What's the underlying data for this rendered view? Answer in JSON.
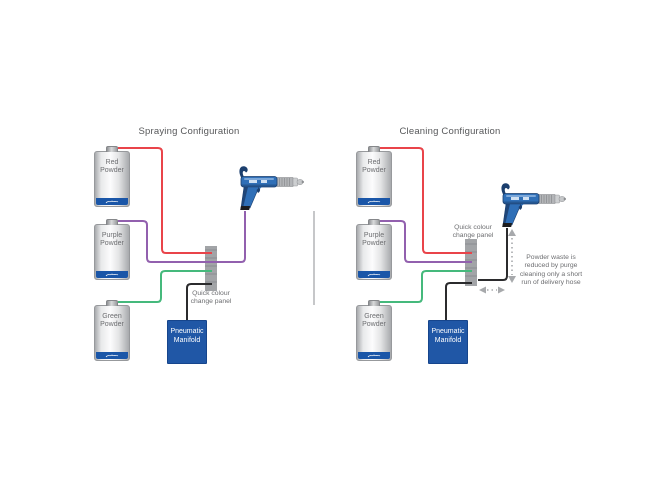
{
  "left": {
    "title": "Spraying Configuration",
    "containers": [
      {
        "label": "Red Powder"
      },
      {
        "label": "Purple Powder"
      },
      {
        "label": "Green Powder"
      }
    ],
    "panel_label": "Quick colour change panel",
    "manifold_label": "Pneumatic Manifold"
  },
  "right": {
    "title": "Cleaning Configuration",
    "containers": [
      {
        "label": "Red Powder"
      },
      {
        "label": "Purple Powder"
      },
      {
        "label": "Green Powder"
      }
    ],
    "panel_label": "Quick colour change panel",
    "manifold_label": "Pneumatic Manifold",
    "annotation": "Powder waste is reduced by purge cleaning only a short run of delivery hose"
  },
  "colors": {
    "red_hose": "#e9444a",
    "purple_hose": "#9260ae",
    "green_hose": "#45b97c",
    "air_hose": "#2b2b2d",
    "panel_gray": "#a2a4a7",
    "manifold_blue": "#2057a6",
    "brand_band_blue": "#1a56a8",
    "gun_blue": "#2f6fb7",
    "gun_navy": "#1c3f6e",
    "text_gray": "#6d6e71",
    "title_gray": "#57585a",
    "arrow_gray": "#a7a9ac",
    "divider_gray": "#c6c7c9"
  }
}
